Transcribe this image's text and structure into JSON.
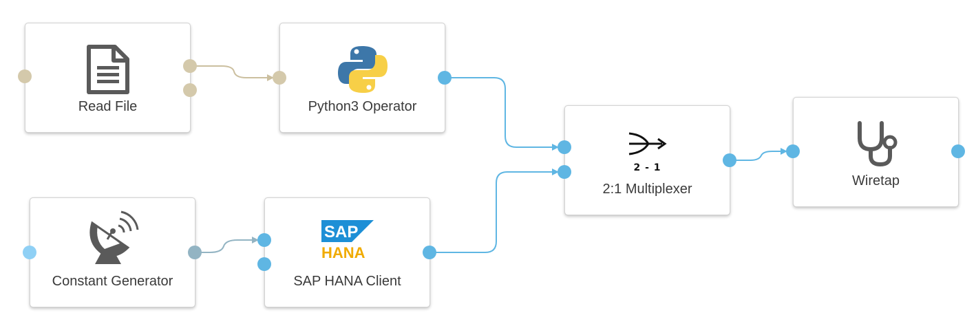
{
  "nodes": {
    "read_file": {
      "label": "Read File",
      "icon": "document-icon"
    },
    "python3_operator": {
      "label": "Python3 Operator",
      "icon": "python-logo-icon"
    },
    "multiplexer": {
      "label": "2:1 Multiplexer",
      "icon": "multiplexer-arrows-icon",
      "icon_caption": "2 - 1"
    },
    "wiretap": {
      "label": "Wiretap",
      "icon": "stethoscope-icon"
    },
    "constant_generator": {
      "label": "Constant Generator",
      "icon": "satellite-dish-icon"
    },
    "sap_hana_client": {
      "label": "SAP HANA Client",
      "icon": "sap-hana-logo-icon",
      "logo_text": "SAP",
      "logo_subtext": "HANA"
    }
  },
  "colors": {
    "port_beige": "#d4c9ab",
    "port_blue": "#5fb6e3",
    "port_lightblue": "#8fd0f5",
    "port_gray": "#93b4c3",
    "edge_beige": "#cbbf9f",
    "edge_blue": "#5fb6e3",
    "edge_gray": "#93b4c3",
    "icon_gray": "#5a5a5a",
    "sap_blue": "#1d8fd6",
    "hana_yellow": "#f0ab00"
  }
}
